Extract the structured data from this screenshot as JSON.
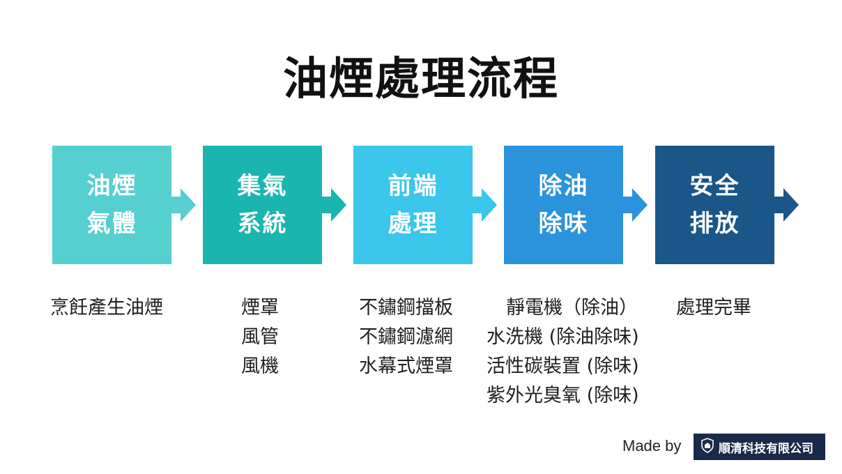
{
  "title": "油煙處理流程",
  "steps": [
    {
      "line1": "油煙",
      "line2": "氣體",
      "color": "#55cfcf",
      "desc": [
        "烹飪產生油煙"
      ]
    },
    {
      "line1": "集氣",
      "line2": "系統",
      "color": "#1bb5b0",
      "desc": [
        "煙罩",
        "風管",
        "風機"
      ]
    },
    {
      "line1": "前端",
      "line2": "處理",
      "color": "#3bc6ec",
      "desc": [
        "不鏽鋼擋板",
        "不鏽鋼濾網",
        "水幕式煙罩"
      ]
    },
    {
      "line1": "除油",
      "line2": "除味",
      "color": "#2b92dc",
      "desc": [
        "靜電機（除油）",
        "水洗機 (除油除味)",
        "活性碳裝置 (除味)",
        "紫外光臭氧 (除味)"
      ]
    },
    {
      "line1": "安全",
      "line2": "排放",
      "color": "#1a5687",
      "desc": [
        "處理完畢"
      ]
    }
  ],
  "made_by": "Made by",
  "company": "順清科技有限公司",
  "icons": {
    "arrow": "right-arrow-icon",
    "logo": "shield-logo-icon"
  }
}
